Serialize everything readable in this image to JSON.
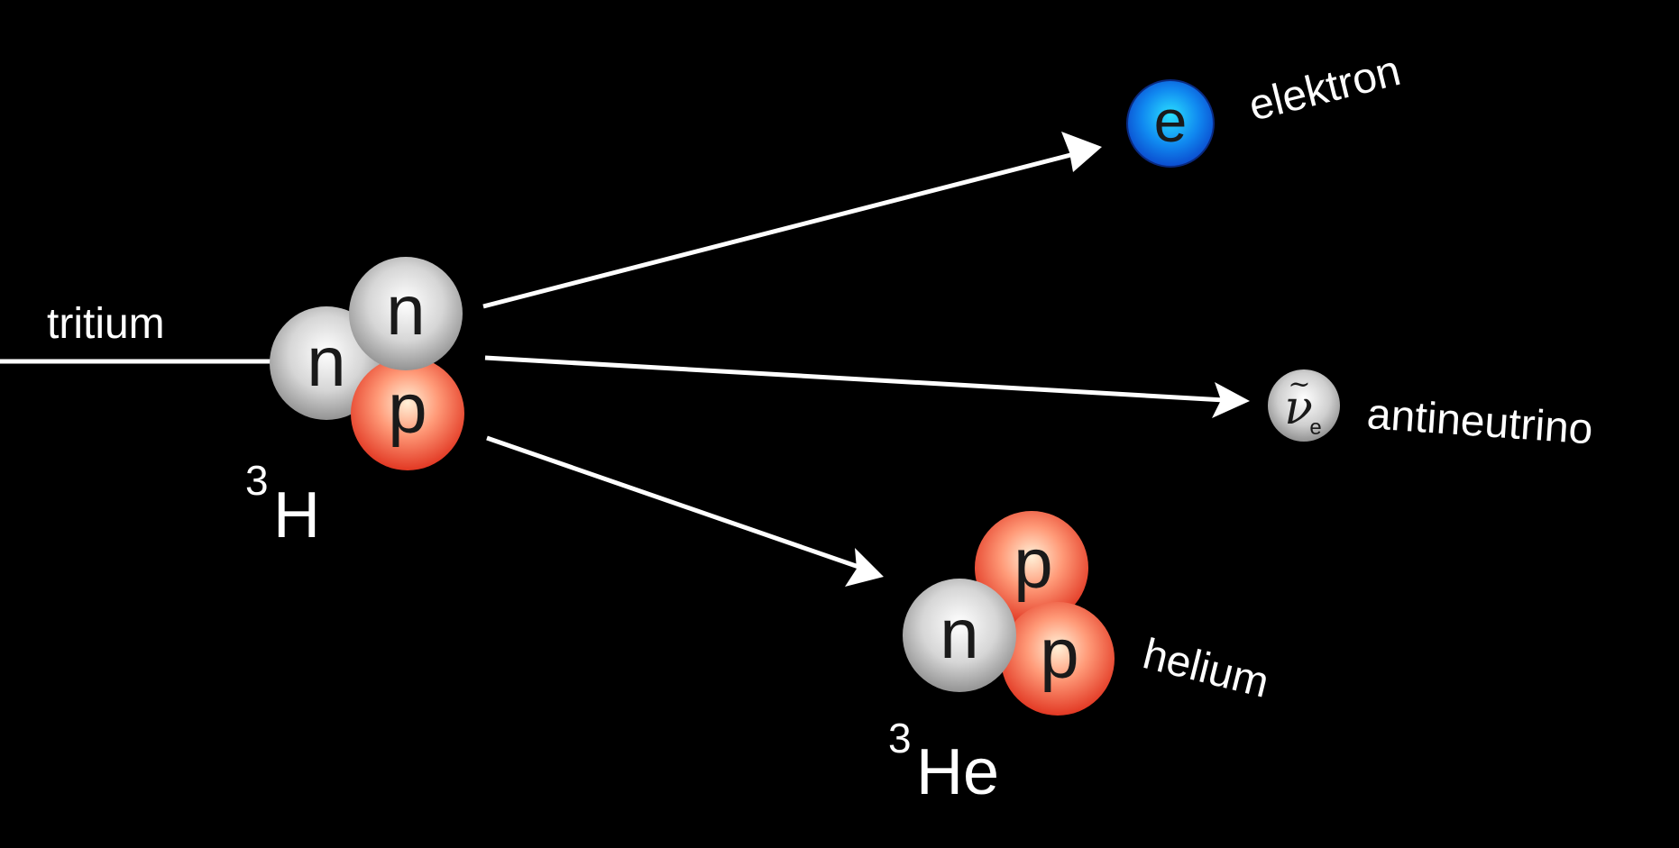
{
  "labels": {
    "tritium": "tritium",
    "elektron": "elektron",
    "antineutrino": "antineutrino",
    "helium": "helium"
  },
  "isotopes": {
    "h3_mass": "3",
    "h3_symbol": "H",
    "he3_mass": "3",
    "he3_symbol": "He"
  },
  "particles": {
    "neutron": "n",
    "proton": "p",
    "electron": "e",
    "nu_symbol": "ν",
    "nu_tilde": "~",
    "nu_subscript": "e"
  },
  "colors": {
    "background": "#000000",
    "arrow": "#ffffff",
    "neutron": "#c8c8c8",
    "proton": "#f0503c",
    "electron": "#1477e0"
  }
}
